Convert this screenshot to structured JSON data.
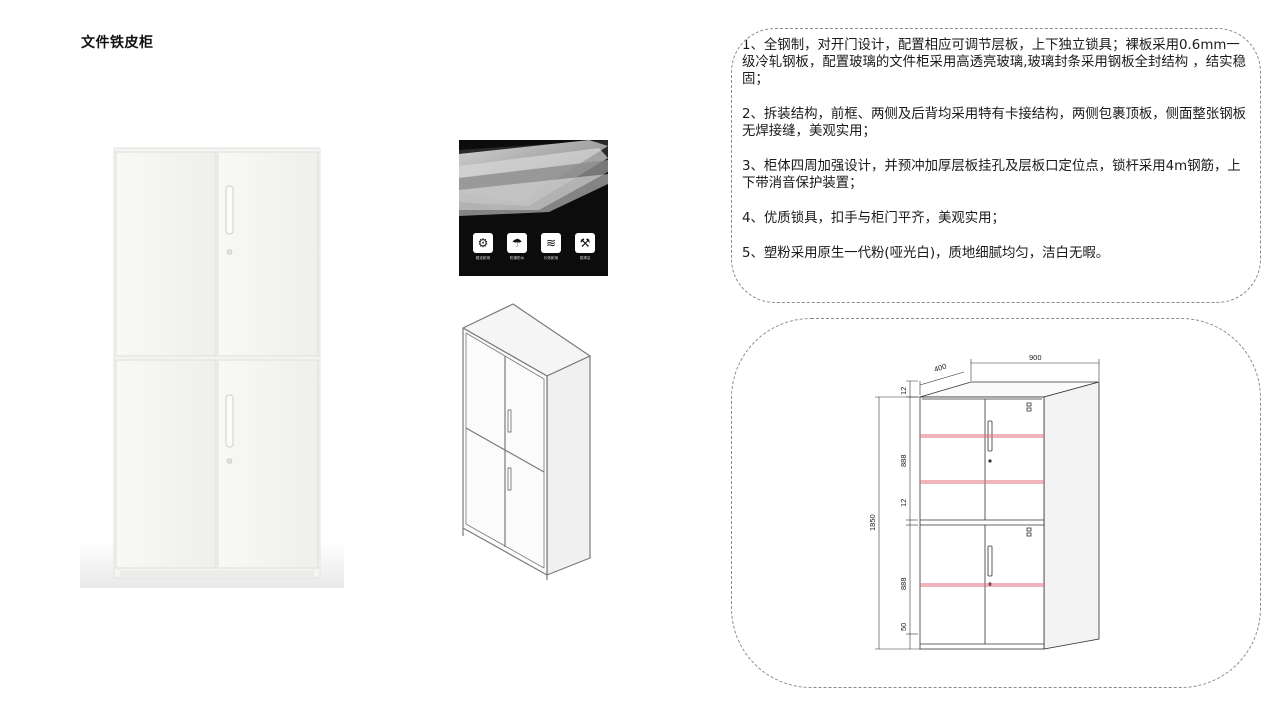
{
  "header": {
    "title": "文件铁皮柜"
  },
  "feature_badges": [
    {
      "icon": "gear-icon",
      "label": "稳定耐用"
    },
    {
      "icon": "umbrella-icon",
      "label": "防潮防水"
    },
    {
      "icon": "layers-icon",
      "label": "长效耐用"
    },
    {
      "icon": "broom-icon",
      "label": "易清洁"
    }
  ],
  "description": {
    "paragraphs": [
      "1、全钢制，对开门设计，配置相应可调节层板，上下独立锁具；裸板采用0.6mm一级冷轧钢板，配置玻璃的文件柜采用高透亮玻璃,玻璃封条采用钢板全封结构 ，结实稳固；",
      "2、拆装结构，前框、两侧及后背均采用特有卡接结构，两侧包裹顶板，侧面整张钢板无焊接缝，美观实用；",
      "3、柜体四周加强设计，并预冲加厚层板挂孔及层板口定位点，锁杆采用4m钢筋，上下带消音保护装置；",
      "4、优质锁具，扣手与柜门平齐，美观实用；",
      "5、塑粉采用原生一代粉(哑光白)，质地细腻均匀，洁白无暇。"
    ]
  },
  "dimensions": {
    "width": "900",
    "depth": "400",
    "height": "1850",
    "top": "12",
    "upper_section": "888",
    "middle": "12",
    "lower_section": "888",
    "base": "50"
  },
  "colors": {
    "shelf_line": "#e06a7a",
    "panel_border": "#8a8a8a",
    "cabinet_white": "#f7f7f5"
  }
}
